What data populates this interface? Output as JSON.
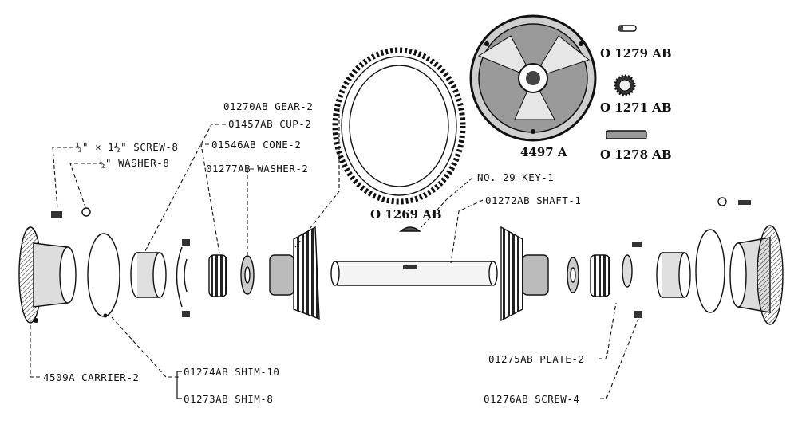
{
  "labels": {
    "screw8": "½\" × 1½\" SCREW-8",
    "washer8": "½\" WASHER-8",
    "cup2": "01457AB CUP-2",
    "cone2": "01546AB CONE-2",
    "washer2": "01277AB WASHER-2",
    "gear2": "01270AB GEAR-2",
    "key1": "NO. 29 KEY-1",
    "shaft1": "01272AB SHAFT-1",
    "carrier2": "4509A CARRIER-2",
    "shim10": "01274AB SHIM-10",
    "shim8": "01273AB SHIM-8",
    "plate2": "01275AB PLATE-2",
    "screw4": "01276AB SCREW-4"
  },
  "part_numbers": {
    "ring_gear": "O 1269 AB",
    "case": "4497 A",
    "bolt": "O 1279 AB",
    "pinion": "O 1271 AB",
    "pin": "O 1278 AB"
  }
}
